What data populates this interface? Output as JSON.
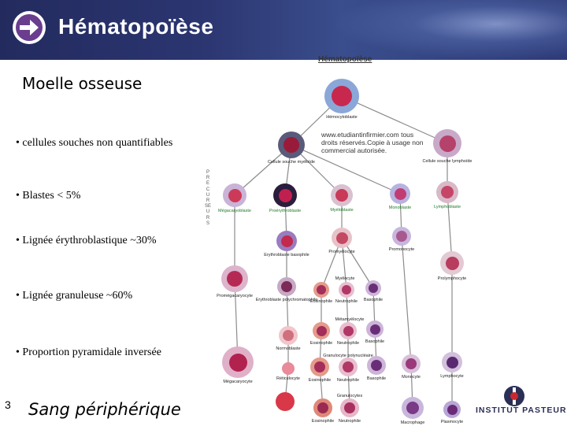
{
  "header": {
    "title": "Hématopoïèse",
    "icon": "arrow-right-circle-icon",
    "colors": {
      "banner": "#2b3570",
      "icon": "#ffffff",
      "icon_accent": "#6a3d8f"
    }
  },
  "left_panel": {
    "subtitle": "Moelle osseuse",
    "bullets": [
      "• cellules souches non quantifiables",
      "• Blastes < 5%",
      "• Lignée érythroblastique ~30%",
      "• Lignée granuleuse ~60%",
      "• Proportion pyramidale inversée"
    ]
  },
  "footer": {
    "slide_number": "3",
    "title": "Sang périphérique"
  },
  "diagram": {
    "title": "Hématopoïèse",
    "watermark": "www.etudiantinfirmier.com tous\ndroits réservés.Copie à usage non\ncommercial autorisée.",
    "side_label": "PRECURSEURS",
    "cells": [
      {
        "id": "hemocytoblaste",
        "label": "Hémocytoblaste",
        "color": "#8aa7d8",
        "nucleus": "#c8284e"
      },
      {
        "id": "cellule-souche-myeloide",
        "label": "Cellule souche myéloïde",
        "color": "#5a5a7a",
        "nucleus": "#9a1a3a"
      },
      {
        "id": "cellule-souche-lymphoide",
        "label": "Cellule souche lymphoïde",
        "color": "#c9a9c9",
        "nucleus": "#b5426a"
      },
      {
        "id": "megacaryoblaste",
        "label": "Mégacaryoblaste",
        "color": "#c9b3d6",
        "nucleus": "#cc3a5a",
        "green": true
      },
      {
        "id": "proerythroblaste",
        "label": "Proérythroblaste",
        "color": "#2a1d3d",
        "nucleus": "#c02050",
        "green": true
      },
      {
        "id": "myeloblaste",
        "label": "Myéloblaste",
        "color": "#d9c0d0",
        "nucleus": "#c83a58",
        "green": true
      },
      {
        "id": "monoblaste",
        "label": "Monoblaste",
        "color": "#b7b3e0",
        "nucleus": "#c23c74",
        "green": true
      },
      {
        "id": "lymphoblaste",
        "label": "Lymphoblaste",
        "color": "#d8b9c7",
        "nucleus": "#c64566",
        "green": true
      },
      {
        "id": "erythroblaste-basophile",
        "label": "Erythroblaste basophile",
        "color": "#9a7cc0",
        "nucleus": "#c22a4e"
      },
      {
        "id": "promyelocyte",
        "label": "Promyélocyte",
        "color": "#e7c3c9",
        "nucleus": "#c34a62"
      },
      {
        "id": "promonocyte",
        "label": "Promonocyte",
        "color": "#c8b6df",
        "nucleus": "#a85a8e"
      },
      {
        "id": "prolymphocyte",
        "label": "Prolymphocyte",
        "color": "#e2c9d3",
        "nucleus": "#b83c5e"
      },
      {
        "id": "promegacaryocyte",
        "label": "Promégacaryocyte",
        "color": "#dcb4cc",
        "nucleus": "#b52a54"
      },
      {
        "id": "erythroblaste-polychromatophile",
        "label": "Erythroblaste polychromatophile",
        "color": "#c7a9c6",
        "nucleus": "#7d2a58"
      },
      {
        "id": "myelocyte-eosino",
        "label": "Eosinophile",
        "color": "#e59a8a",
        "nucleus": "#a32e5a"
      },
      {
        "id": "myelocyte-neutro",
        "label": "Neutrophile",
        "color": "#e7bfcf",
        "nucleus": "#b13766"
      },
      {
        "id": "myelocyte-baso",
        "label": "Basophile",
        "color": "#cdb4d8",
        "nucleus": "#6a2e78"
      },
      {
        "id": "normoblaste",
        "label": "Normoblaste",
        "color": "#f0c7cb",
        "nucleus": "#d0707e"
      },
      {
        "id": "metamyelocyte-eosino",
        "label": "Eosinophile",
        "color": "#e59a8a",
        "nucleus": "#a32e5a"
      },
      {
        "id": "metamyelocyte-neutro",
        "label": "Neutrophile",
        "color": "#e7bfcf",
        "nucleus": "#b13766"
      },
      {
        "id": "metamyelocyte-baso",
        "label": "Basophile",
        "color": "#cdb4d8",
        "nucleus": "#6a2e78"
      },
      {
        "id": "megacaryocyte",
        "label": "Mégacaryocyte",
        "color": "#e0b0c8",
        "nucleus": "#b2224e"
      },
      {
        "id": "reticulocyte",
        "label": "Réticulocyte",
        "color": "#e88a98",
        "nucleus": "#e88a98"
      },
      {
        "id": "granulocyte-eosino",
        "label": "Eosinophile",
        "color": "#e59a8a",
        "nucleus": "#a32e5a"
      },
      {
        "id": "granulocyte-neutro",
        "label": "Neutrophile",
        "color": "#e7bfcf",
        "nucleus": "#b13766"
      },
      {
        "id": "granulocyte-baso",
        "label": "Basophile",
        "color": "#cdb4d8",
        "nucleus": "#6a2e78"
      },
      {
        "id": "monocyte",
        "label": "Monocyte",
        "color": "#d8c0da",
        "nucleus": "#9a3a7a"
      },
      {
        "id": "lymphocyte",
        "label": "Lymphocyte",
        "color": "#d2c0dc",
        "nucleus": "#5a2a70"
      },
      {
        "id": "erythrocyte",
        "label": "",
        "color": "#d83848",
        "nucleus": "#d83848"
      },
      {
        "id": "blood-eosino",
        "label": "Eosinophile",
        "color": "#e08878",
        "nucleus": "#9a2a52"
      },
      {
        "id": "blood-neutro",
        "label": "Neutrophile",
        "color": "#e6b7c8",
        "nucleus": "#a83060"
      },
      {
        "id": "macrophage",
        "label": "Macrophage",
        "color": "#c9b6dd",
        "nucleus": "#7a3a86"
      },
      {
        "id": "plasmocyte",
        "label": "Plasmocyte",
        "color": "#b9a6d6",
        "nucleus": "#6a2a78"
      }
    ],
    "stage_labels": {
      "myelocyte": "Myélocyte",
      "metamyelocyte": "Métamyélocyte",
      "granulocyte": "Granulocyte polynucléaire",
      "granulocyte_blood": "Granulocytes"
    }
  },
  "logo": {
    "text": "INSTITUT PASTEUR",
    "icon": "institut-pasteur-logo",
    "colors": {
      "mark": "#2a2f55",
      "accent": "#c8282e"
    }
  }
}
